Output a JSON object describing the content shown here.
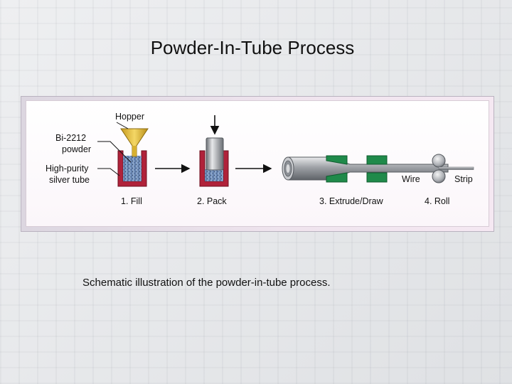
{
  "slide": {
    "title": "Powder-In-Tube Process",
    "caption": "Schematic illustration of the powder-in-tube process."
  },
  "diagram": {
    "labels": {
      "hopper": "Hopper",
      "powder_line1": "Bi-2212",
      "powder_line2": "powder",
      "tube_line1": "High-purity",
      "tube_line2": "silver tube",
      "wire": "Wire",
      "strip": "Strip"
    },
    "steps": [
      "1. Fill",
      "2. Pack",
      "3. Extrude/Draw",
      "4. Roll"
    ],
    "colors": {
      "container": "#b0223a",
      "powder": "#6e8fc0",
      "hopper": "#e0b838",
      "die": "#1f8a4a",
      "metal": "#a6a8ad"
    }
  }
}
